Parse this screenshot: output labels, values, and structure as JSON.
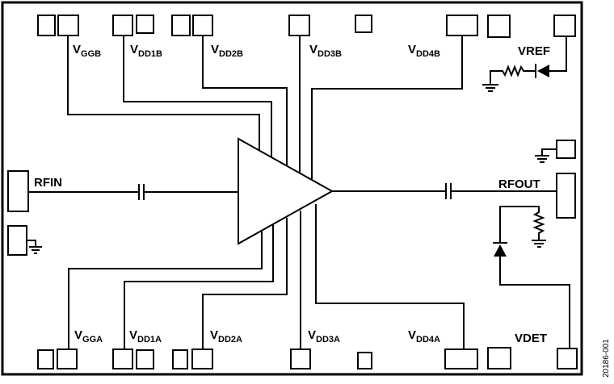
{
  "top_pins": {
    "vggb": {
      "main": "V",
      "sub": "GGB"
    },
    "vdd1b": {
      "main": "V",
      "sub": "DD1B"
    },
    "vdd2b": {
      "main": "V",
      "sub": "DD2B"
    },
    "vdd3b": {
      "main": "V",
      "sub": "DD3B"
    },
    "vdd4b": {
      "main": "V",
      "sub": "DD4B"
    },
    "vref": "VREF"
  },
  "bottom_pins": {
    "vgga": {
      "main": "V",
      "sub": "GGA"
    },
    "vdd1a": {
      "main": "V",
      "sub": "DD1A"
    },
    "vdd2a": {
      "main": "V",
      "sub": "DD2A"
    },
    "vdd3a": {
      "main": "V",
      "sub": "DD3A"
    },
    "vdd4a": {
      "main": "V",
      "sub": "DD4A"
    },
    "vdet": "VDET"
  },
  "rf": {
    "input": "RFIN",
    "output": "RFOUT"
  },
  "figure_number": "20186-001"
}
